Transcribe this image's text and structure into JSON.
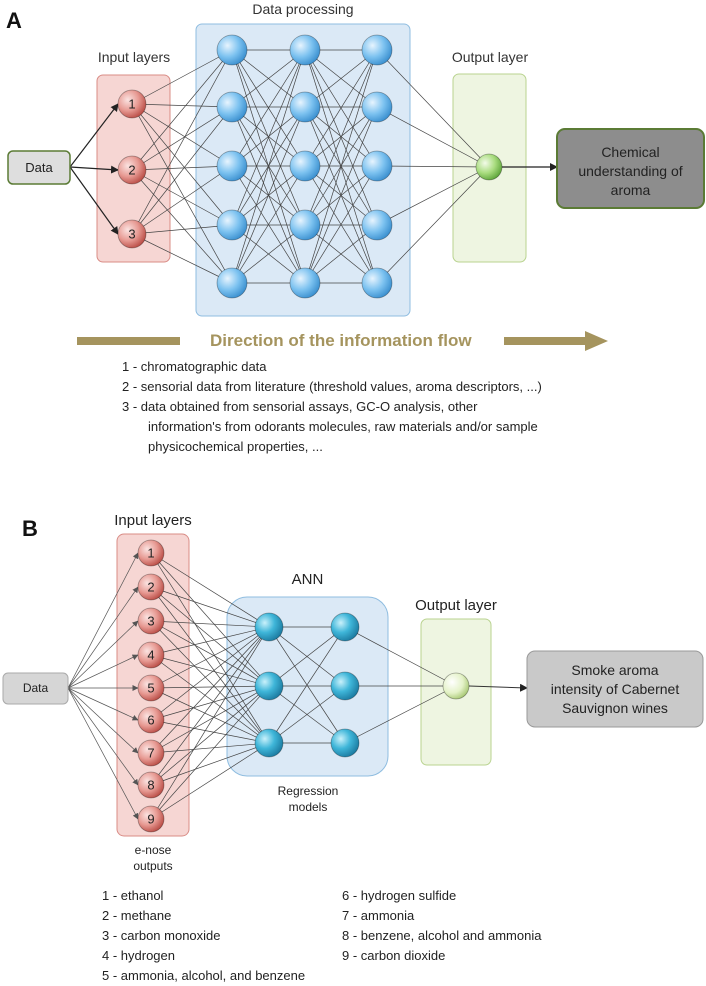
{
  "panelA": {
    "letter": "A",
    "data_processing": "Data processing",
    "input_layers": "Input layers",
    "output_layer": "Output layer",
    "data_box": "Data",
    "result_box": [
      "Chemical",
      "understanding of",
      "aroma"
    ],
    "input_nodes": [
      "1",
      "2",
      "3"
    ],
    "flow_text": "Direction of the information flow",
    "legend": [
      "1 - chromatographic data",
      "2 - sensorial data from literature (threshold values, aroma descriptors, ...)",
      "3 - data obtained from sensorial assays, GC-O analysis, other",
      "information's from odorants molecules, raw materials and/or sample",
      "physicochemical properties, ..."
    ]
  },
  "panelB": {
    "letter": "B",
    "input_layers": "Input layers",
    "ann": "ANN",
    "output_layer": "Output layer",
    "data_box": "Data",
    "result_box": [
      "Smoke aroma",
      "intensity of Cabernet",
      "Sauvignon wines"
    ],
    "input_nodes": [
      "1",
      "2",
      "3",
      "4",
      "5",
      "6",
      "7",
      "8",
      "9"
    ],
    "regression": [
      "Regression",
      "models"
    ],
    "enose": [
      "e-nose",
      "outputs"
    ],
    "legend_left": [
      "1 - ethanol",
      "2 - methane",
      "3 - carbon monoxide",
      "4 - hydrogen",
      "5 - ammonia, alcohol, and benzene"
    ],
    "legend_right": [
      "6 - hydrogen sulfide",
      "7 - ammonia",
      "8 - benzene, alcohol and ammonia",
      "9 - carbon dioxide"
    ]
  },
  "colors": {
    "input_fill": "#f6d6d3",
    "input_stroke": "#d98c86",
    "processing_fill": "#dbe9f6",
    "processing_stroke": "#8fbde0",
    "output_fill": "#eef5e1",
    "output_stroke": "#b9d38f",
    "flow_arrow": "#a5945e"
  }
}
